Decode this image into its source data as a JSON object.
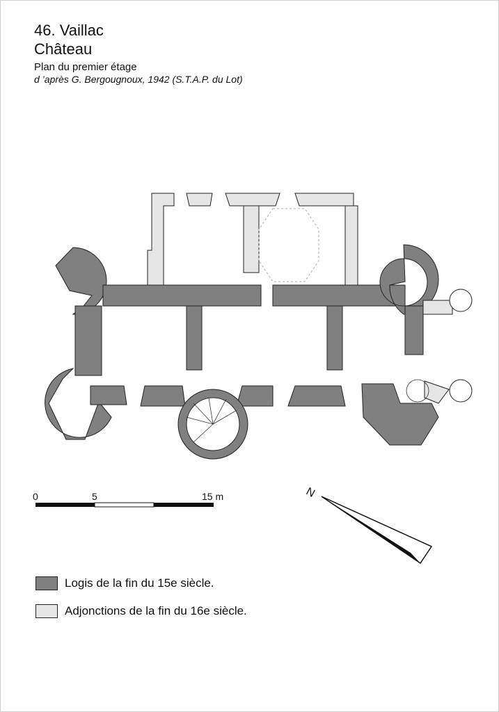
{
  "header": {
    "number_place": "46. Vaillac",
    "building": "Château",
    "plan_title": "Plan du premier étage",
    "source": "d ’après G. Bergougnoux, 1942 (S.T.A.P. du Lot)"
  },
  "scale": {
    "labels": [
      "0",
      "5",
      "15 m"
    ]
  },
  "north": {
    "letter": "N"
  },
  "legend": {
    "items": [
      {
        "label": "Logis de la fin du 15e siècle.",
        "color": "#808080"
      },
      {
        "label": "Adjonctions de la fin du 16e siècle.",
        "color": "#e6e6e6"
      }
    ]
  },
  "colors": {
    "wall_15c": "#808080",
    "wall_16c": "#e6e6e6",
    "stroke": "#222222"
  }
}
